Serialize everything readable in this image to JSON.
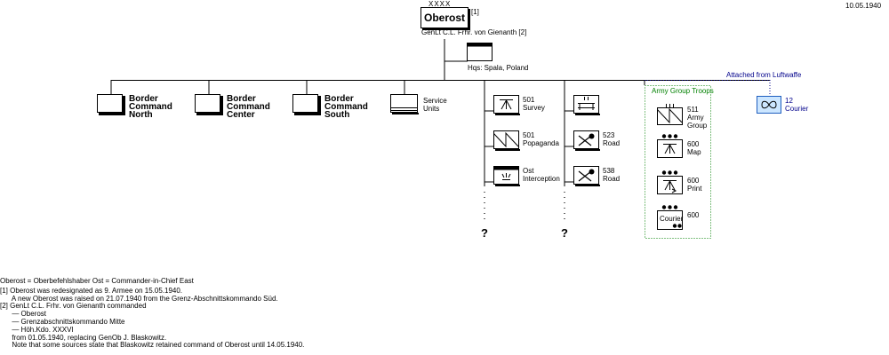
{
  "date": "10.05.1940",
  "hq": {
    "rank_symbol": "XXXX",
    "name": "Oberost",
    "footnote": "[1]",
    "commander": "GenLt C.L. Frhr. von Gienanth [2]",
    "hqs_label": "Hqs:  Spala, Poland"
  },
  "commands": [
    {
      "line1": "Border",
      "line2": "Command",
      "line3": "North"
    },
    {
      "line1": "Border",
      "line2": "Command",
      "line3": "Center"
    },
    {
      "line1": "Border",
      "line2": "Command",
      "line3": "South"
    },
    {
      "line1": "Service",
      "line2": "Units"
    }
  ],
  "column_a": [
    {
      "number": "501",
      "label": "Survey",
      "icon": "survey-icon"
    },
    {
      "number": "501",
      "label": "Popaganda",
      "icon": "propaganda-icon"
    },
    {
      "number": "Ost",
      "label": "Interception",
      "icon": "signal-intercept-icon"
    }
  ],
  "column_b": [
    {
      "number": "",
      "label": "",
      "icon": "bridge-icon"
    },
    {
      "number": "523",
      "label": "Road",
      "icon": "construction-icon"
    },
    {
      "number": "538",
      "label": "Road",
      "icon": "construction-icon"
    }
  ],
  "question_mark": "?",
  "army_group_troops": {
    "title": "Army Group Troops",
    "units": [
      {
        "number": "511",
        "line2": "Army",
        "line3": "Group",
        "icon": "signal-icon"
      },
      {
        "number": "600",
        "line2": "Map",
        "icon": "survey-icon"
      },
      {
        "number": "600",
        "line2": "Print",
        "icon": "print-icon"
      },
      {
        "number": "600",
        "box_text": "Courier",
        "icon": "courier-icon"
      }
    ]
  },
  "luftwaffe": {
    "title": "Attached from Luftwaffe",
    "number": "12",
    "label": "Courier",
    "icon": "propeller-icon"
  },
  "notes": [
    "Oberost = Oberbefehlshaber Ost = Commander-in-Chief East",
    "[1] Oberost was redesignated as 9. Armee on 15.05.1940.",
    "      A new Oberost was raised on 21.07.1940 from the Grenz-Abschnittskommando Süd.",
    "[2] GenLt C.L. Frhr. von Gienanth commanded",
    "      — Oberost",
    "      — Grenzabschnittskommando Mitte",
    "      — Höh.Kdo. XXXVI",
    "      from 01.05.1940, replacing GenOb J. Blaskowitz.",
    "      Note that some sources state that Blaskowitz retained command of Oberost until 14.05.1940."
  ],
  "colors": {
    "line": "#000000",
    "green": "#008000",
    "blue": "#00008b",
    "light_blue": "#cce6ff",
    "blue_border": "#1f5fbf"
  }
}
